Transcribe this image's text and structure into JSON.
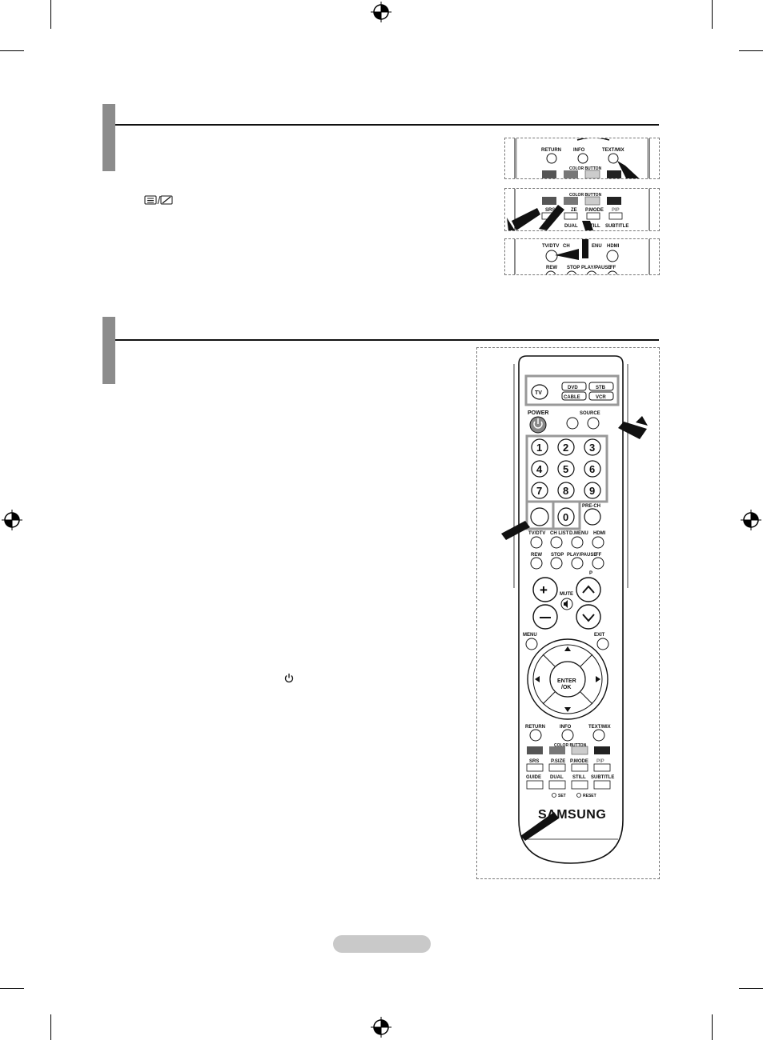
{
  "inline_icons": {
    "text_mix_icon": "text-mix-icon",
    "power_icon": "power-icon"
  },
  "remote_panels": {
    "panel1": {
      "return": "RETURN",
      "info": "INFO",
      "text_mix": "TEXT/MIX",
      "color_button": "COLOR BUTTON"
    },
    "panel2": {
      "color_button": "COLOR BUTTON",
      "srs": "SRS",
      "psize": "ZE",
      "pmode": "P.MODE",
      "pip": "PIP",
      "dual": "DUAL",
      "still": "STILL",
      "subtitle": "SUBTITLE"
    },
    "panel3": {
      "tvdtv": "TV/DTV",
      "chlist": "CH",
      "dmenu": "ENU",
      "hdmi": "HDMI",
      "rew": "REW",
      "stop": "STOP",
      "playpause": "PLAY/PAUSE",
      "ff": "FF"
    }
  },
  "remote": {
    "tv": "TV",
    "dvd": "DVD",
    "stb": "STB",
    "cable": "CABLE",
    "vcr": "VCR",
    "power": "POWER",
    "source": "SOURCE",
    "digits": [
      "1",
      "2",
      "3",
      "4",
      "5",
      "6",
      "7",
      "8",
      "9"
    ],
    "zero": "0",
    "prech": "PRE-CH",
    "tvdtv": "TV/DTV",
    "chlist": "CH LIST",
    "dmenu": "D.MENU",
    "hdmi": "HDMI",
    "rew": "REW",
    "stop": "STOP",
    "playpause": "PLAY/PAUSE",
    "ff": "FF",
    "p": "P",
    "mute": "MUTE",
    "menu": "MENU",
    "exit": "EXIT",
    "enter1": "ENTER",
    "enter2": "/OK",
    "return": "RETURN",
    "info": "INFO",
    "text_mix": "TEXT/MIX",
    "color_button": "COLOR BUTTON",
    "srs": "SRS",
    "psize": "P.SIZE",
    "pmode": "P.MODE",
    "pip": "PIP",
    "guide": "GUIDE",
    "dual": "DUAL",
    "still": "STILL",
    "subtitle": "SUBTITLE",
    "set": "SET",
    "reset": "RESET",
    "brand": "SAMSUNG"
  }
}
